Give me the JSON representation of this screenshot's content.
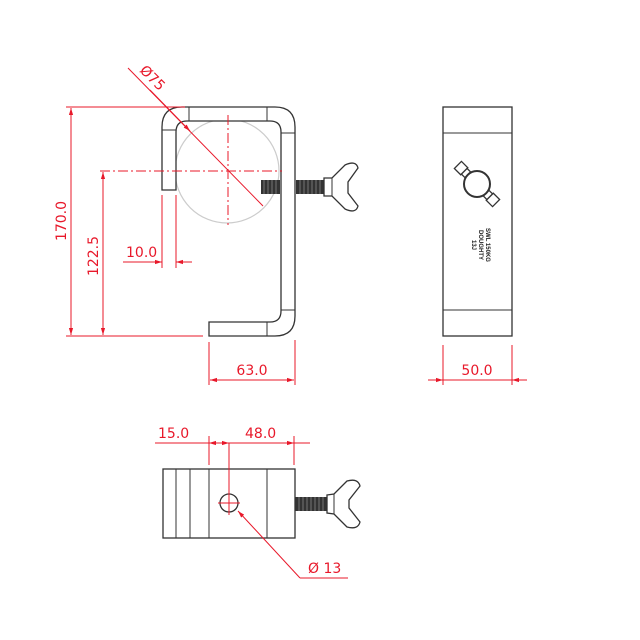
{
  "colors": {
    "dimension": "#e8182a",
    "outline": "#333333",
    "pipe": "#cccccc"
  },
  "front_view": {
    "dim_height": "170.0",
    "dim_center_height": "122.5",
    "dim_lip": "10.0",
    "dim_width": "63.0",
    "dim_pipe_diameter": "Ø75"
  },
  "side_view": {
    "dim_width": "50.0",
    "marking": [
      "13J",
      "DOUGHTY",
      "SWL 150KG"
    ]
  },
  "top_view": {
    "dim_offset": "15.0",
    "dim_length": "48.0",
    "dim_hole_diameter": "Ø 13"
  }
}
